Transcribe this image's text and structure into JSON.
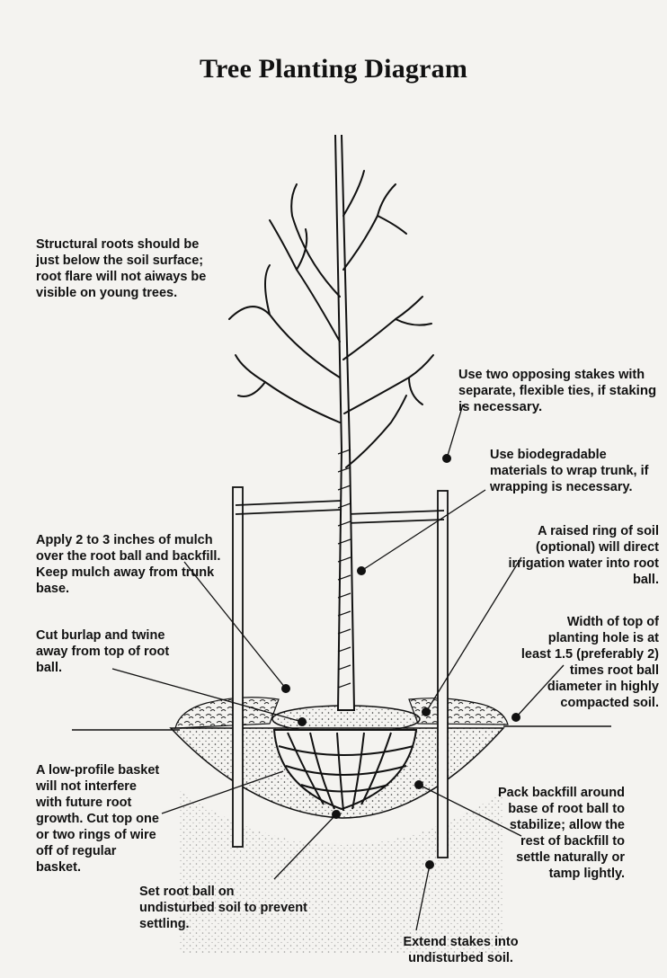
{
  "title": "Tree Planting Diagram",
  "labels": {
    "structural_roots": "Structural roots should be just below the soil surface; root flare will not aiways be visible on young trees.",
    "stakes_line1": "Use two opposing stakes with separate, flexible ties,",
    "stakes_line2": "if",
    "stakes_line3": "staking is necessary.",
    "wrap_line1": "Use biodegradable materials to wrap trunk,",
    "wrap_line2": "if wrapping is necessary.",
    "mulch": "Apply 2 to 3 inches of mulch over the root ball and backfill. Keep mulch away from trunk base.",
    "soil_ring": "A raised ring of soil (optional) will direct irrigation water into root ball.",
    "burlap": "Cut burlap and twine away from top of root ball.",
    "hole_width": "Width of top of planting hole is at least 1.5 (preferably 2) times root ball diameter in highly compacted soil.",
    "basket": "A low-profile basket will not interfere with future root growth. Cut top one or two rings of wire off of regular basket.",
    "backfill": "Pack backfill around base of root ball to stabilize; allow the rest of backfill to settle naturally or tamp lightly.",
    "root_ball": "Set root ball on undisturbed soil to prevent settling.",
    "extend_stakes": "Extend stakes into undisturbed soil."
  },
  "colors": {
    "ink": "#111111",
    "paper": "#f4f3f0"
  }
}
